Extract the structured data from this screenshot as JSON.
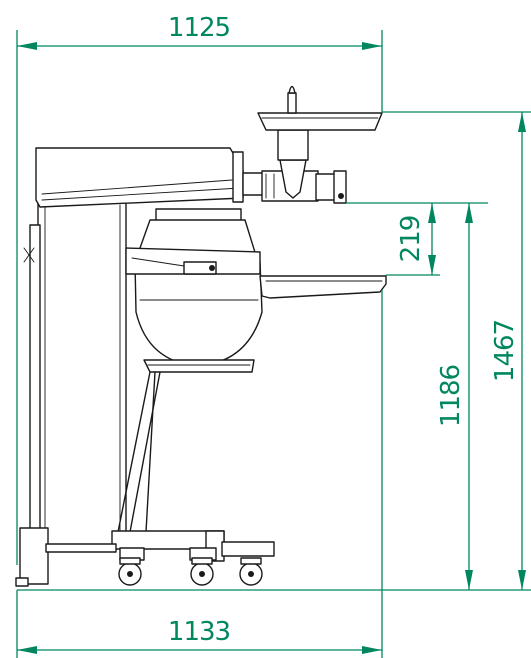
{
  "drawing": {
    "dimensions": {
      "overall_width_top": "1125",
      "overall_width_bottom": "1133",
      "overall_height": "1467",
      "table_height": "1186",
      "grinder_offset": "219"
    },
    "colors": {
      "dimension": "#00875f",
      "machine_outline": "#1a1a1a",
      "background": "#ffffff"
    }
  }
}
